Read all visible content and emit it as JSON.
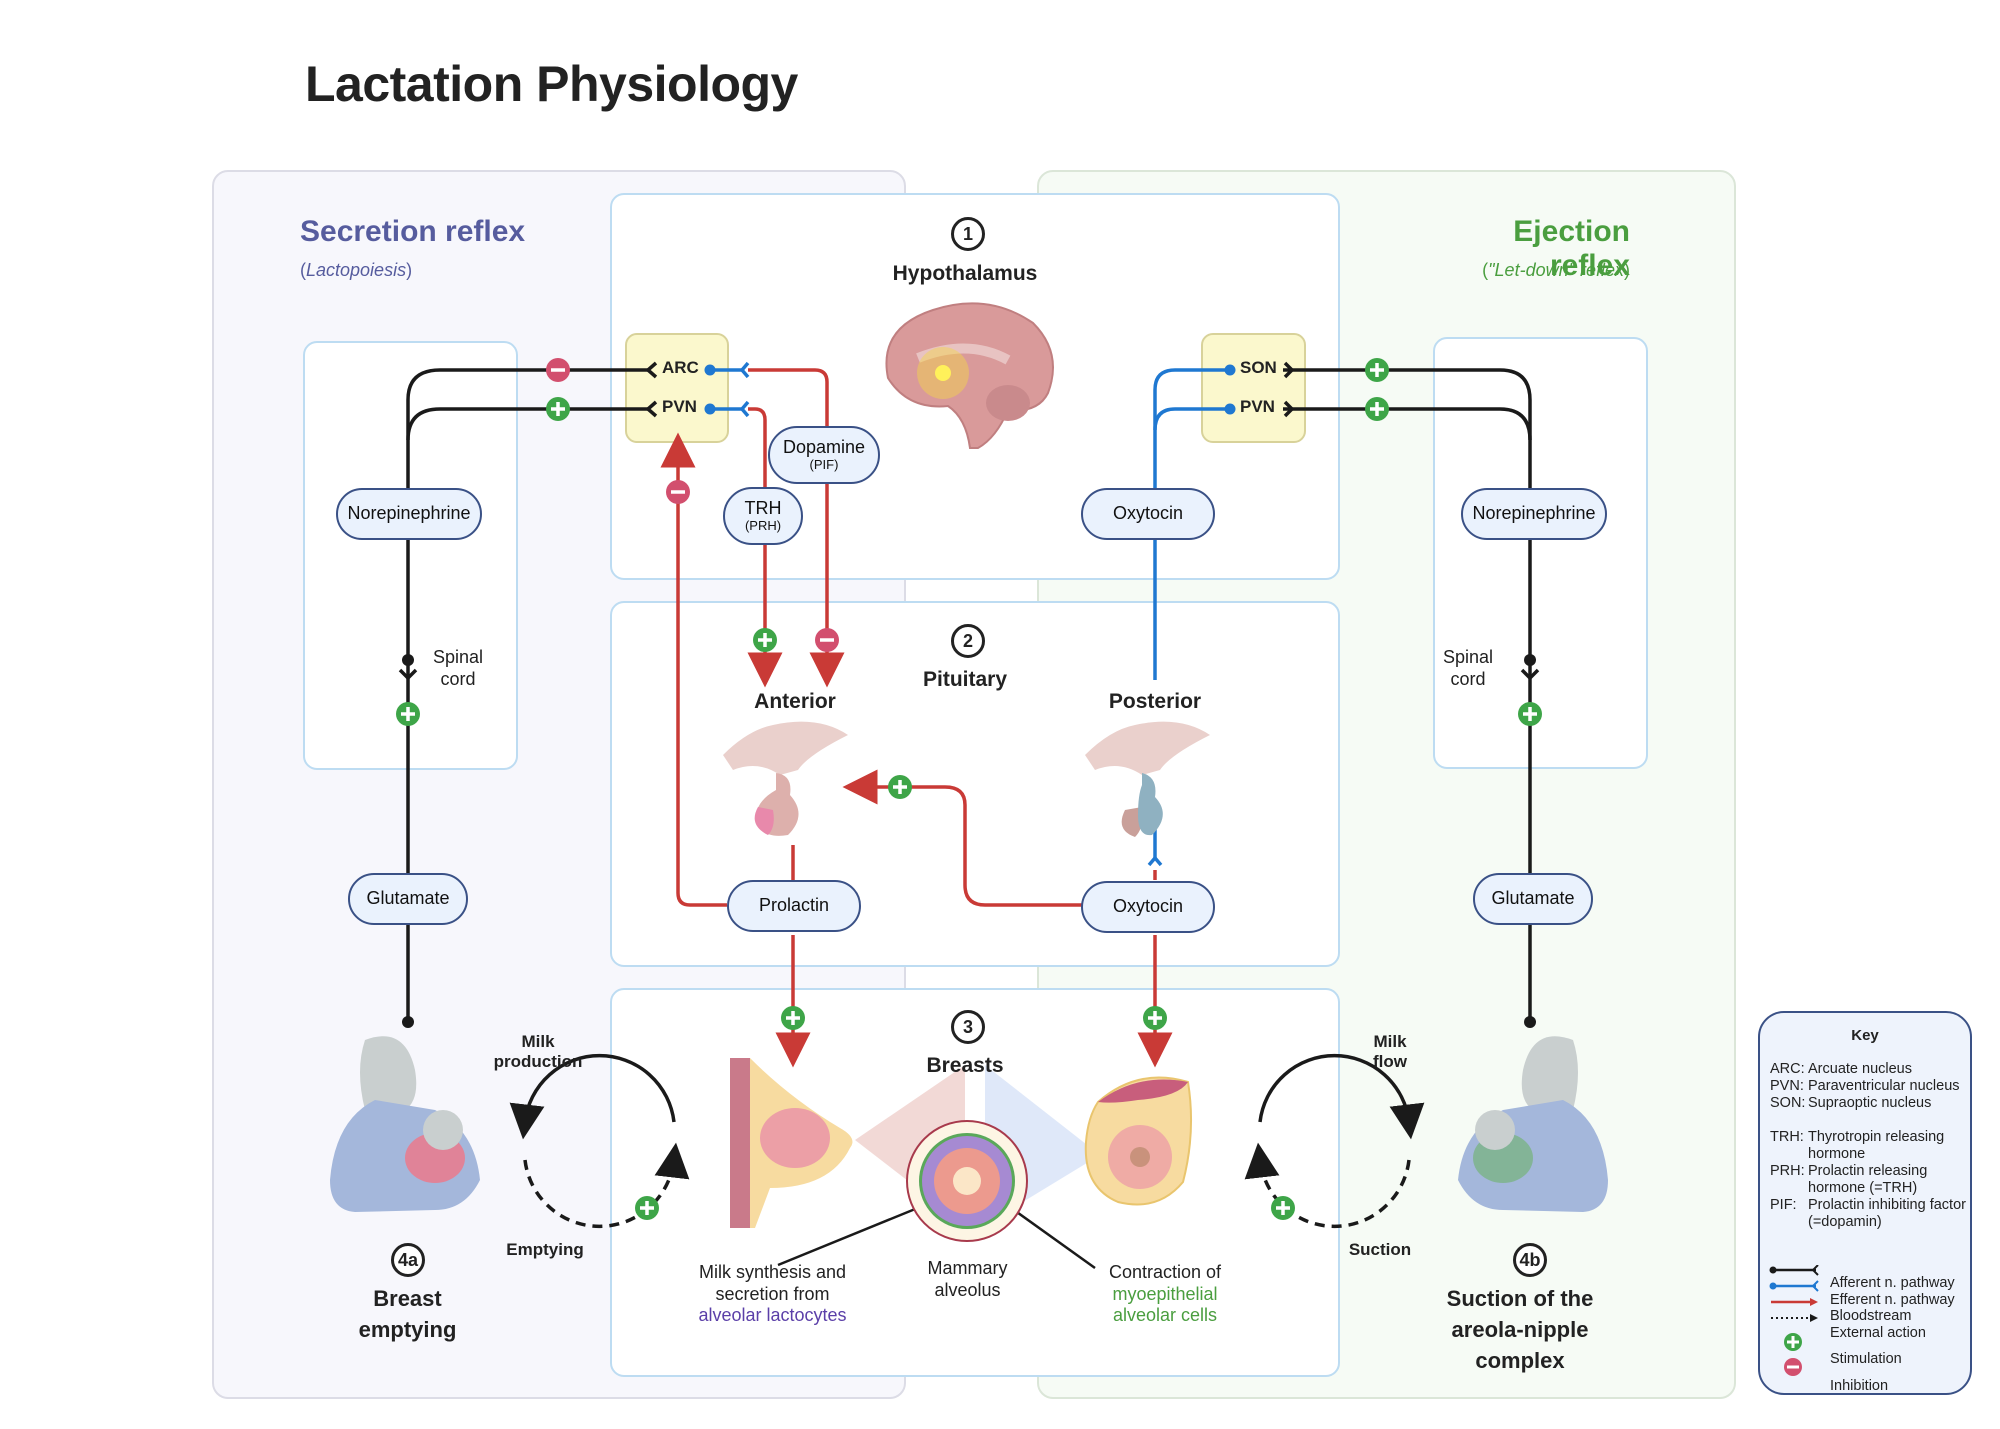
{
  "title": "Lactation Physiology",
  "colors": {
    "secretion": "#565c9e",
    "ejection": "#4a9e3f",
    "afferent": "#1f78d1",
    "efferent": "#c93a36",
    "neural": "#1a1a1a",
    "stimulation": "#3ea548",
    "inhibition": "#d24f6e"
  },
  "secretion_reflex": {
    "title": "Secretion reflex",
    "subtitle_open": "(",
    "subtitle_italic": "Lactopoiesis",
    "subtitle_close": ")",
    "norepinephrine": "Norepinephrine",
    "spinal_cord": "Spinal cord",
    "glutamate": "Glutamate",
    "step": "4a",
    "caption": "Breast emptying",
    "cycle_top": "Milk production",
    "cycle_bottom": "Emptying"
  },
  "ejection_reflex": {
    "title": "Ejection reflex",
    "subtitle_open": "(",
    "subtitle_italic": "\"Let-down\" reflex",
    "subtitle_close": ")",
    "norepinephrine": "Norepinephrine",
    "spinal_cord": "Spinal cord",
    "glutamate": "Glutamate",
    "step": "4b",
    "caption": "Suction of the areola-nipple complex",
    "cycle_top": "Milk flow",
    "cycle_bottom": "Suction"
  },
  "hypothalamus": {
    "step": "1",
    "label": "Hypothalamus",
    "left_nuclei": [
      "ARC",
      "PVN"
    ],
    "right_nuclei": [
      "SON",
      "PVN"
    ],
    "dopamine": "Dopamine",
    "dopamine_sub": "(PIF)",
    "trh": "TRH",
    "trh_sub": "(PRH)",
    "oxytocin": "Oxytocin"
  },
  "pituitary": {
    "step": "2",
    "label": "Pituitary",
    "anterior": "Anterior",
    "posterior": "Posterior",
    "prolactin": "Prolactin",
    "oxytocin": "Oxytocin"
  },
  "breasts": {
    "step": "3",
    "label": "Breasts",
    "left_note_line1": "Milk synthesis and",
    "left_note_line2": "secretion from",
    "left_note_colored": "alveolar lactocytes",
    "center_note": "Mammary alveolus",
    "right_note_line1": "Contraction of",
    "right_note_colored1": "myoepithelial",
    "right_note_colored2": "alveolar cells"
  },
  "key": {
    "title": "Key",
    "abbreviations": [
      {
        "abbr": "ARC:",
        "text": "Arcuate nucleus"
      },
      {
        "abbr": "PVN:",
        "text": "Paraventricular nucleus"
      },
      {
        "abbr": "SON:",
        "text": "Supraoptic nucleus"
      },
      {
        "abbr": "TRH:",
        "text": "Thyrotropin releasing hormone"
      },
      {
        "abbr": "PRH:",
        "text": "Prolactin releasing hormone (=TRH)"
      },
      {
        "abbr": "PIF:",
        "text": "Prolactin inhibiting factor (=dopamin)"
      }
    ],
    "legend": [
      "Afferent n. pathway",
      "Efferent n. pathway",
      "Bloodstream",
      "External action",
      "Stimulation",
      "Inhibition"
    ]
  }
}
